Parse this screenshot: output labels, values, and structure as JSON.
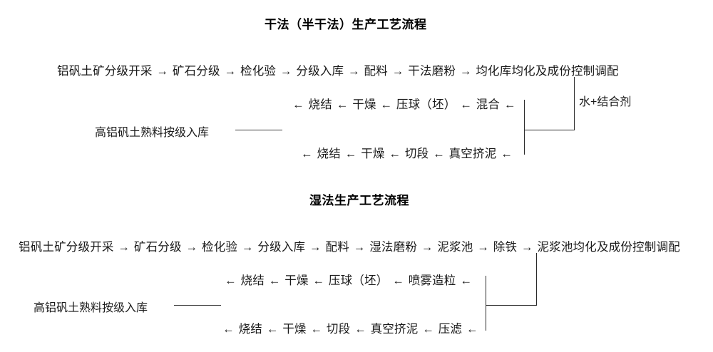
{
  "page": {
    "background": "#ffffff",
    "text_color": "#141414",
    "line_color": "#2a2a2a"
  },
  "sections": [
    {
      "id": "dry",
      "title": "干法（半干法）生产工艺流程",
      "main_row": {
        "nodes": [
          "铝矾土矿分级开采",
          "矿石分级",
          "检化验",
          "分级入库",
          "配料",
          "干法磨粉",
          "均化库均化及成份控制调配"
        ],
        "arrow": "→"
      },
      "branch_rows": [
        {
          "id": "dry-ball",
          "nodes": [
            "烧结",
            "干燥",
            "压球（坯）",
            "混合"
          ],
          "arrow": "←",
          "lead_arrow": "←",
          "tail_arrow": "←"
        },
        {
          "id": "dry-extrude",
          "nodes": [
            "烧结",
            "干燥",
            "切段",
            "真空挤泥"
          ],
          "arrow": "←",
          "lead_arrow": "←",
          "tail_arrow": "←"
        }
      ],
      "output_label": "高铝矾土熟料按级入库",
      "additive_label": "水+结合剂"
    },
    {
      "id": "wet",
      "title": "湿法生产工艺流程",
      "main_row": {
        "nodes": [
          "铝矾土矿分级开采",
          "矿石分级",
          "检化验",
          "分级入库",
          "配料",
          "湿法磨粉",
          "泥浆池",
          "除铁",
          "泥浆池均化及成份控制调配"
        ],
        "arrow": "→"
      },
      "branch_rows": [
        {
          "id": "wet-ball",
          "nodes": [
            "烧结",
            "干燥",
            "压球（坯）",
            "喷雾造粒"
          ],
          "arrow": "←",
          "lead_arrow": "←",
          "tail_arrow": "←"
        },
        {
          "id": "wet-extrude",
          "nodes": [
            "烧结",
            "干燥",
            "切段",
            "真空挤泥",
            "压滤"
          ],
          "arrow": "←",
          "lead_arrow": "←",
          "tail_arrow": "←"
        }
      ],
      "output_label": "高铝矾土熟料按级入库",
      "additive_label": ""
    }
  ]
}
